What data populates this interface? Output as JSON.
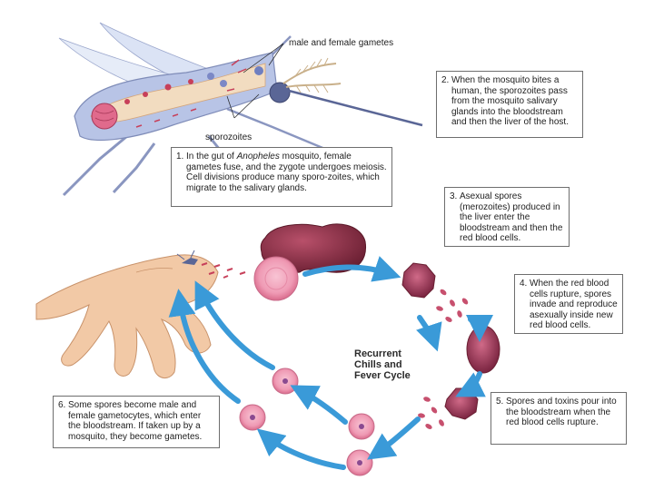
{
  "labels": {
    "gametes": "male and female gametes",
    "sporozoites": "sporozoites"
  },
  "cycle": {
    "line1": "Recurrent",
    "line2": "Chills and",
    "line3": "Fever Cycle"
  },
  "steps": [
    {
      "num": "1.",
      "pre": "In the gut of ",
      "italic": "Anopheles",
      "post": " mosquito, female gametes fuse, and the zygote undergoes meiosis.  Cell divisions produce many sporo-zoites, which migrate to the salivary glands."
    },
    {
      "num": "2.",
      "text": "When the mosquito bites a human, the sporozoites pass from the mosquito salivary glands into the bloodstream and then the liver of the host."
    },
    {
      "num": "3.",
      "text": "Asexual spores (merozoites) produced in the liver enter the bloodstream and then the red blood cells."
    },
    {
      "num": "4.",
      "text": "When the red blood cells rupture, spores invade and reproduce asexually inside new red blood cells."
    },
    {
      "num": "5.",
      "text": "Spores and toxins pour into the bloodstream when the red blood cells rupture."
    },
    {
      "num": "6.",
      "text": "Some spores become male and female gametocytes, which enter the bloodstream.  If taken up by a mosquito, they become gametes."
    }
  ],
  "colors": {
    "arrow": "#3a9ad8",
    "rbc": "#f0a0b8",
    "liver": "#8e2f45",
    "skin": "#f2c9a6",
    "mosquito_body": "#b8c4e6",
    "gut": "#f2dcc0"
  }
}
